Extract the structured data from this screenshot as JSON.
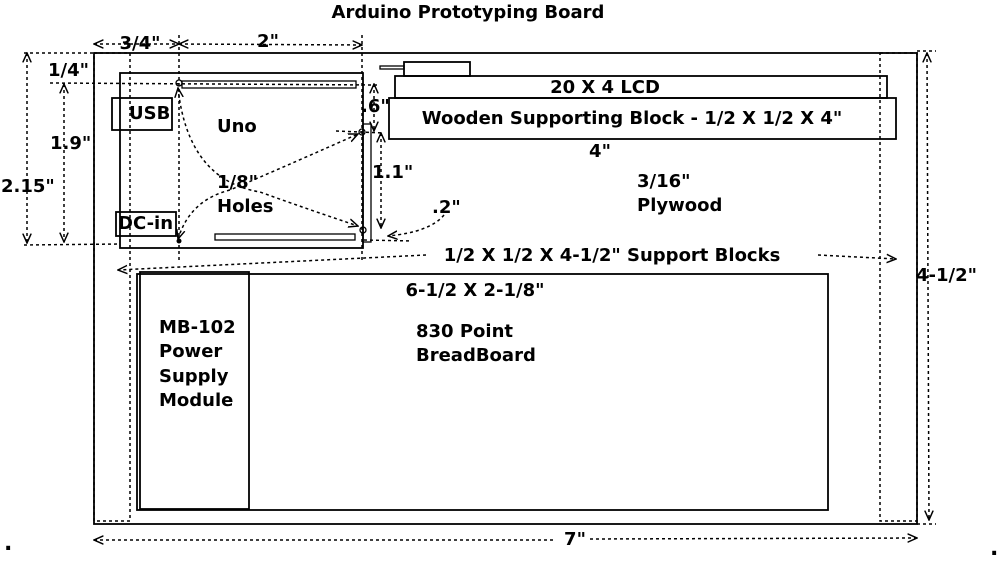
{
  "title": "Arduino Prototyping Board",
  "components": {
    "usb": "USB",
    "uno": "Uno",
    "dc_in": "DC-in",
    "holes": [
      "1/8\"",
      "Holes"
    ],
    "lcd": "20 X 4 LCD",
    "wooden_block": "Wooden Supporting Block - 1/2 X 1/2 X 4\"",
    "plywood": [
      "3/16\"",
      "Plywood"
    ],
    "support_blocks": "1/2 X 1/2 X 4-1/2\" Support Blocks",
    "breadboard_size": "6-1/2 X 2-1/8\"",
    "breadboard": [
      "830 Point",
      "BreadBoard"
    ],
    "power_module": [
      "MB-102",
      "Power",
      "Supply",
      "Module"
    ]
  },
  "dimensions": {
    "d_3_4": "3/4\"",
    "d_2": "2\"",
    "d_1_4": "1/4\"",
    "d_1_9": "1.9\"",
    "d_2_15": "2.15\"",
    "d_0_6": ".6\"",
    "d_1_1": "1.1\"",
    "d_0_2": ".2\"",
    "d_4": "4\"",
    "d_4_1_2": "4-1/2\"",
    "d_7": "7\""
  },
  "corner_marks": [
    ".",
    "."
  ]
}
